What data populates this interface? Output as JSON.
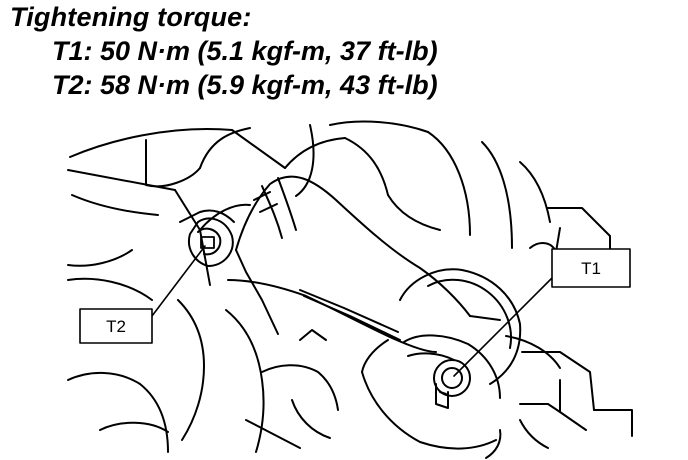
{
  "title": "Tightening torque:",
  "specs": [
    {
      "id": "T1",
      "text": "T1: 50 N·m (5.1 kgf-m, 37 ft-lb)"
    },
    {
      "id": "T2",
      "text": "T2: 58 N·m (5.9 kgf-m, 43 ft-lb)"
    }
  ],
  "callouts": {
    "t1": "T1",
    "t2": "T2"
  }
}
